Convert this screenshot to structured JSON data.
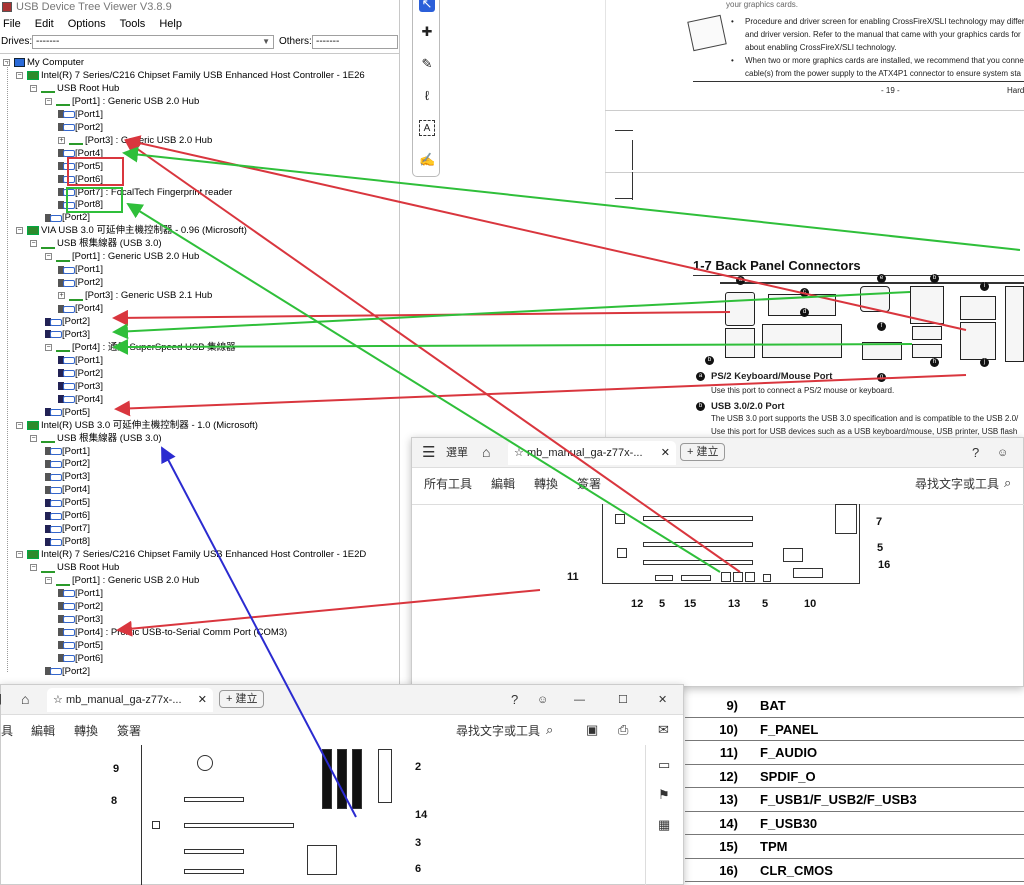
{
  "usb_viewer": {
    "title": "USB Device Tree Viewer V3.8.9",
    "menu": [
      "File",
      "Edit",
      "Options",
      "Tools",
      "Help"
    ],
    "drives_label": "Drives:",
    "drives_value": "-------",
    "others_label": "Others:",
    "others_value": "-------",
    "tree": [
      {
        "level": 0,
        "type": "pc",
        "text": "My Computer"
      },
      {
        "level": 1,
        "type": "ctrl",
        "text": "Intel(R) 7 Series/C216 Chipset Family USB Enhanced Host Controller - 1E26"
      },
      {
        "level": 2,
        "type": "root",
        "text": "USB Root Hub"
      },
      {
        "level": 3,
        "type": "hub",
        "text": "[Port1] : Generic USB 2.0 Hub"
      },
      {
        "level": 4,
        "type": "port",
        "text": "[Port1]"
      },
      {
        "level": 4,
        "type": "port",
        "text": "[Port2]"
      },
      {
        "level": 4,
        "type": "hub",
        "text": "[Port3] : Generic USB 2.0 Hub"
      },
      {
        "level": 4,
        "type": "port",
        "text": "[Port4]"
      },
      {
        "level": 4,
        "type": "port",
        "text": "[Port5]"
      },
      {
        "level": 4,
        "type": "port",
        "text": "[Port6]"
      },
      {
        "level": 4,
        "type": "port",
        "text": "[Port7] : FocalTech Fingerprint reader"
      },
      {
        "level": 4,
        "type": "port",
        "text": "[Port8]"
      },
      {
        "level": 3,
        "type": "port",
        "text": "[Port2]"
      },
      {
        "level": 1,
        "type": "ctrl",
        "text": "VIA USB 3.0 可延伸主機控制器 - 0.96 (Microsoft)"
      },
      {
        "level": 2,
        "type": "root",
        "text": "USB 根集線器 (USB 3.0)"
      },
      {
        "level": 3,
        "type": "hub",
        "text": "[Port1] : Generic USB 2.0 Hub"
      },
      {
        "level": 4,
        "type": "port",
        "text": "[Port1]"
      },
      {
        "level": 4,
        "type": "port",
        "text": "[Port2]"
      },
      {
        "level": 4,
        "type": "hub",
        "text": "[Port3] : Generic USB 2.1 Hub"
      },
      {
        "level": 4,
        "type": "port",
        "text": "[Port4]"
      },
      {
        "level": 3,
        "type": "ss",
        "text": "[Port2]"
      },
      {
        "level": 3,
        "type": "ss",
        "text": "[Port3]"
      },
      {
        "level": 3,
        "type": "hub",
        "text": "[Port4] : 通用 SuperSpeed USB 集線器"
      },
      {
        "level": 4,
        "type": "ss",
        "text": "[Port1]"
      },
      {
        "level": 4,
        "type": "ss",
        "text": "[Port2]"
      },
      {
        "level": 4,
        "type": "ss",
        "text": "[Port3]"
      },
      {
        "level": 4,
        "type": "ss",
        "text": "[Port4]"
      },
      {
        "level": 3,
        "type": "ss",
        "text": "[Port5]"
      },
      {
        "level": 1,
        "type": "ctrl",
        "text": "Intel(R) USB 3.0 可延伸主機控制器 - 1.0 (Microsoft)"
      },
      {
        "level": 2,
        "type": "root",
        "text": "USB 根集線器 (USB 3.0)"
      },
      {
        "level": 3,
        "type": "port",
        "text": "[Port1]"
      },
      {
        "level": 3,
        "type": "port",
        "text": "[Port2]"
      },
      {
        "level": 3,
        "type": "port",
        "text": "[Port3]"
      },
      {
        "level": 3,
        "type": "port",
        "text": "[Port4]"
      },
      {
        "level": 3,
        "type": "ss",
        "text": "[Port5]"
      },
      {
        "level": 3,
        "type": "ss",
        "text": "[Port6]"
      },
      {
        "level": 3,
        "type": "ss",
        "text": "[Port7]"
      },
      {
        "level": 3,
        "type": "ss",
        "text": "[Port8]"
      },
      {
        "level": 1,
        "type": "ctrl",
        "text": "Intel(R) 7 Series/C216 Chipset Family USB Enhanced Host Controller - 1E2D"
      },
      {
        "level": 2,
        "type": "root",
        "text": "USB Root Hub"
      },
      {
        "level": 3,
        "type": "hub",
        "text": "[Port1] : Generic USB 2.0 Hub"
      },
      {
        "level": 4,
        "type": "port",
        "text": "[Port1]"
      },
      {
        "level": 4,
        "type": "port",
        "text": "[Port2]"
      },
      {
        "level": 4,
        "type": "port",
        "text": "[Port3]"
      },
      {
        "level": 4,
        "type": "port",
        "text": "[Port4] : Prolific USB-to-Serial Comm Port (COM3)"
      },
      {
        "level": 4,
        "type": "port",
        "text": "[Port5]"
      },
      {
        "level": 4,
        "type": "port",
        "text": "[Port6]"
      },
      {
        "level": 3,
        "type": "port",
        "text": "[Port2]"
      }
    ]
  },
  "manual_top": {
    "note1": "Procedure and driver screen for enabling CrossFireX/SLI technology may differ b",
    "note1b": "and driver version. Refer to the manual that came with your graphics cards for",
    "note1c": "about enabling CrossFireX/SLI technology.",
    "note2": "When two or more graphics cards are installed, we recommend that you connec",
    "note2b": "cable(s) from the power supply to the ATX4P1 connector to ensure system sta",
    "top_partial": "your graphics cards.",
    "page_num": "- 19 -",
    "page_right": "Hard",
    "section": "1-7    Back Panel Connectors",
    "ps2_title": "PS/2 Keyboard/Mouse Port",
    "ps2_desc": "Use this port to connect a PS/2 mouse or keyboard.",
    "usb_title": "USB 3.0/2.0 Port",
    "usb_desc1": "The USB 3.0 port supports the USB 3.0 specification and is compatible to the USB 2.0/",
    "usb_desc2": "Use this port for USB devices such as a USB keyboard/mouse, USB printer, USB flash",
    "connector_letters": [
      "a",
      "b",
      "c",
      "d",
      "e",
      "f",
      "g",
      "h",
      "i",
      "j"
    ]
  },
  "pdf_middle": {
    "menu_btn": "選單",
    "tab_title": "mb_manual_ga-z77x-...",
    "new_tab": "建立",
    "tools": [
      "所有工具",
      "編輯",
      "轉換",
      "簽署"
    ],
    "search": "尋找文字或工具",
    "labels": [
      "7",
      "5",
      "16",
      "11",
      "12",
      "5",
      "15",
      "13",
      "5",
      "10"
    ]
  },
  "pdf_bottom": {
    "tab_title": "mb_manual_ga-z77x-...",
    "new_tab": "建立",
    "tools": [
      "具",
      "編輯",
      "轉換",
      "簽署"
    ],
    "search": "尋找文字或工具",
    "labels": [
      "9",
      "8",
      "2",
      "14",
      "3",
      "6"
    ]
  },
  "header_table": [
    {
      "num": "9)",
      "name": "BAT"
    },
    {
      "num": "10)",
      "name": "F_PANEL"
    },
    {
      "num": "11)",
      "name": "F_AUDIO"
    },
    {
      "num": "12)",
      "name": "SPDIF_O"
    },
    {
      "num": "13)",
      "name": "F_USB1/F_USB2/F_USB3"
    },
    {
      "num": "14)",
      "name": "F_USB30"
    },
    {
      "num": "15)",
      "name": "TPM"
    },
    {
      "num": "16)",
      "name": "CLR_CMOS"
    }
  ],
  "colors": {
    "red": "#d9363e",
    "green": "#2fbf3a",
    "blue": "#2b2bd0"
  }
}
